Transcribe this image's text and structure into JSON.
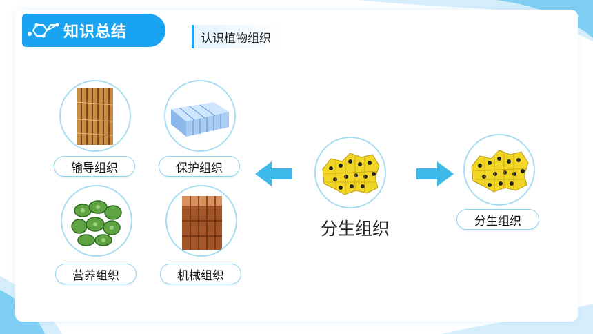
{
  "header": {
    "title": "知识总结",
    "subtitle": "认识植物组织"
  },
  "tissues": [
    {
      "label": "输导组织"
    },
    {
      "label": "保护组织"
    },
    {
      "label": "营养组织"
    },
    {
      "label": "机械组织"
    }
  ],
  "center": {
    "label": "分生组织"
  },
  "right": {
    "label": "分生组织"
  },
  "colors": {
    "accent": "#1aa3f0",
    "border": "#a8ddf0",
    "arrow": "#3db8e8"
  }
}
